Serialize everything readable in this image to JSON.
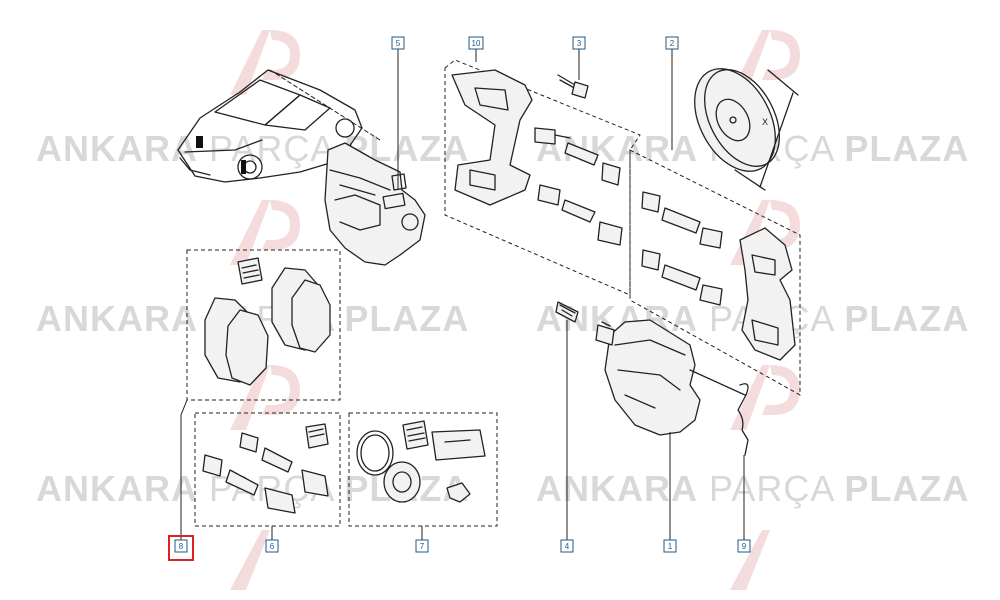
{
  "watermark": {
    "brand_bold_left": "ANKARA",
    "brand_light": "PARÇA",
    "brand_bold_right": "PLAZA"
  },
  "callouts": [
    {
      "id": "1",
      "label": "1"
    },
    {
      "id": "2",
      "label": "2"
    },
    {
      "id": "3",
      "label": "3"
    },
    {
      "id": "4",
      "label": "4"
    },
    {
      "id": "5",
      "label": "5"
    },
    {
      "id": "6",
      "label": "6"
    },
    {
      "id": "7",
      "label": "7"
    },
    {
      "id": "8",
      "label": "8",
      "selected": true
    },
    {
      "id": "9",
      "label": "9"
    },
    {
      "id": "10",
      "label": "10"
    }
  ],
  "dimension_label": "X",
  "colors": {
    "callout": "#1f5a86",
    "highlight": "#e02020",
    "watermark": "#d8d8d8",
    "ink": "#222222"
  }
}
